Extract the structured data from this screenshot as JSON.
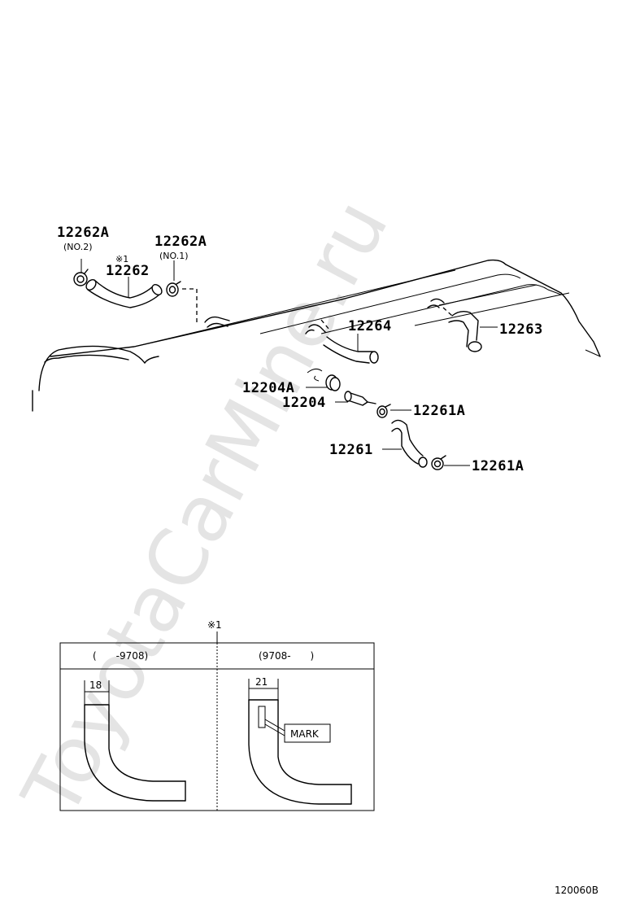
{
  "watermark": "ToyotaCarMine.ru",
  "callouts": {
    "clamp_no2_number": "12262A",
    "clamp_no2_note": "(NO.2)",
    "hose_12262_mark": "※1",
    "hose_12262_number": "12262",
    "clamp_no1_number": "12262A",
    "clamp_no1_note": "(NO.1)",
    "hose_12264_number": "12264",
    "hose_12263_number": "12263",
    "grommet_number": "12204A",
    "valve_number": "12204",
    "clamp_upper_number": "12261A",
    "hose_12261_number": "12261",
    "clamp_lower_number": "12261A"
  },
  "detail": {
    "mark": "※1",
    "left_header": "(　　-9708)",
    "right_header": "(9708-　　)",
    "left_dimension": "18",
    "right_dimension": "21",
    "mark_label": "MARK"
  },
  "footer": {
    "illustration_code": "120060B"
  }
}
